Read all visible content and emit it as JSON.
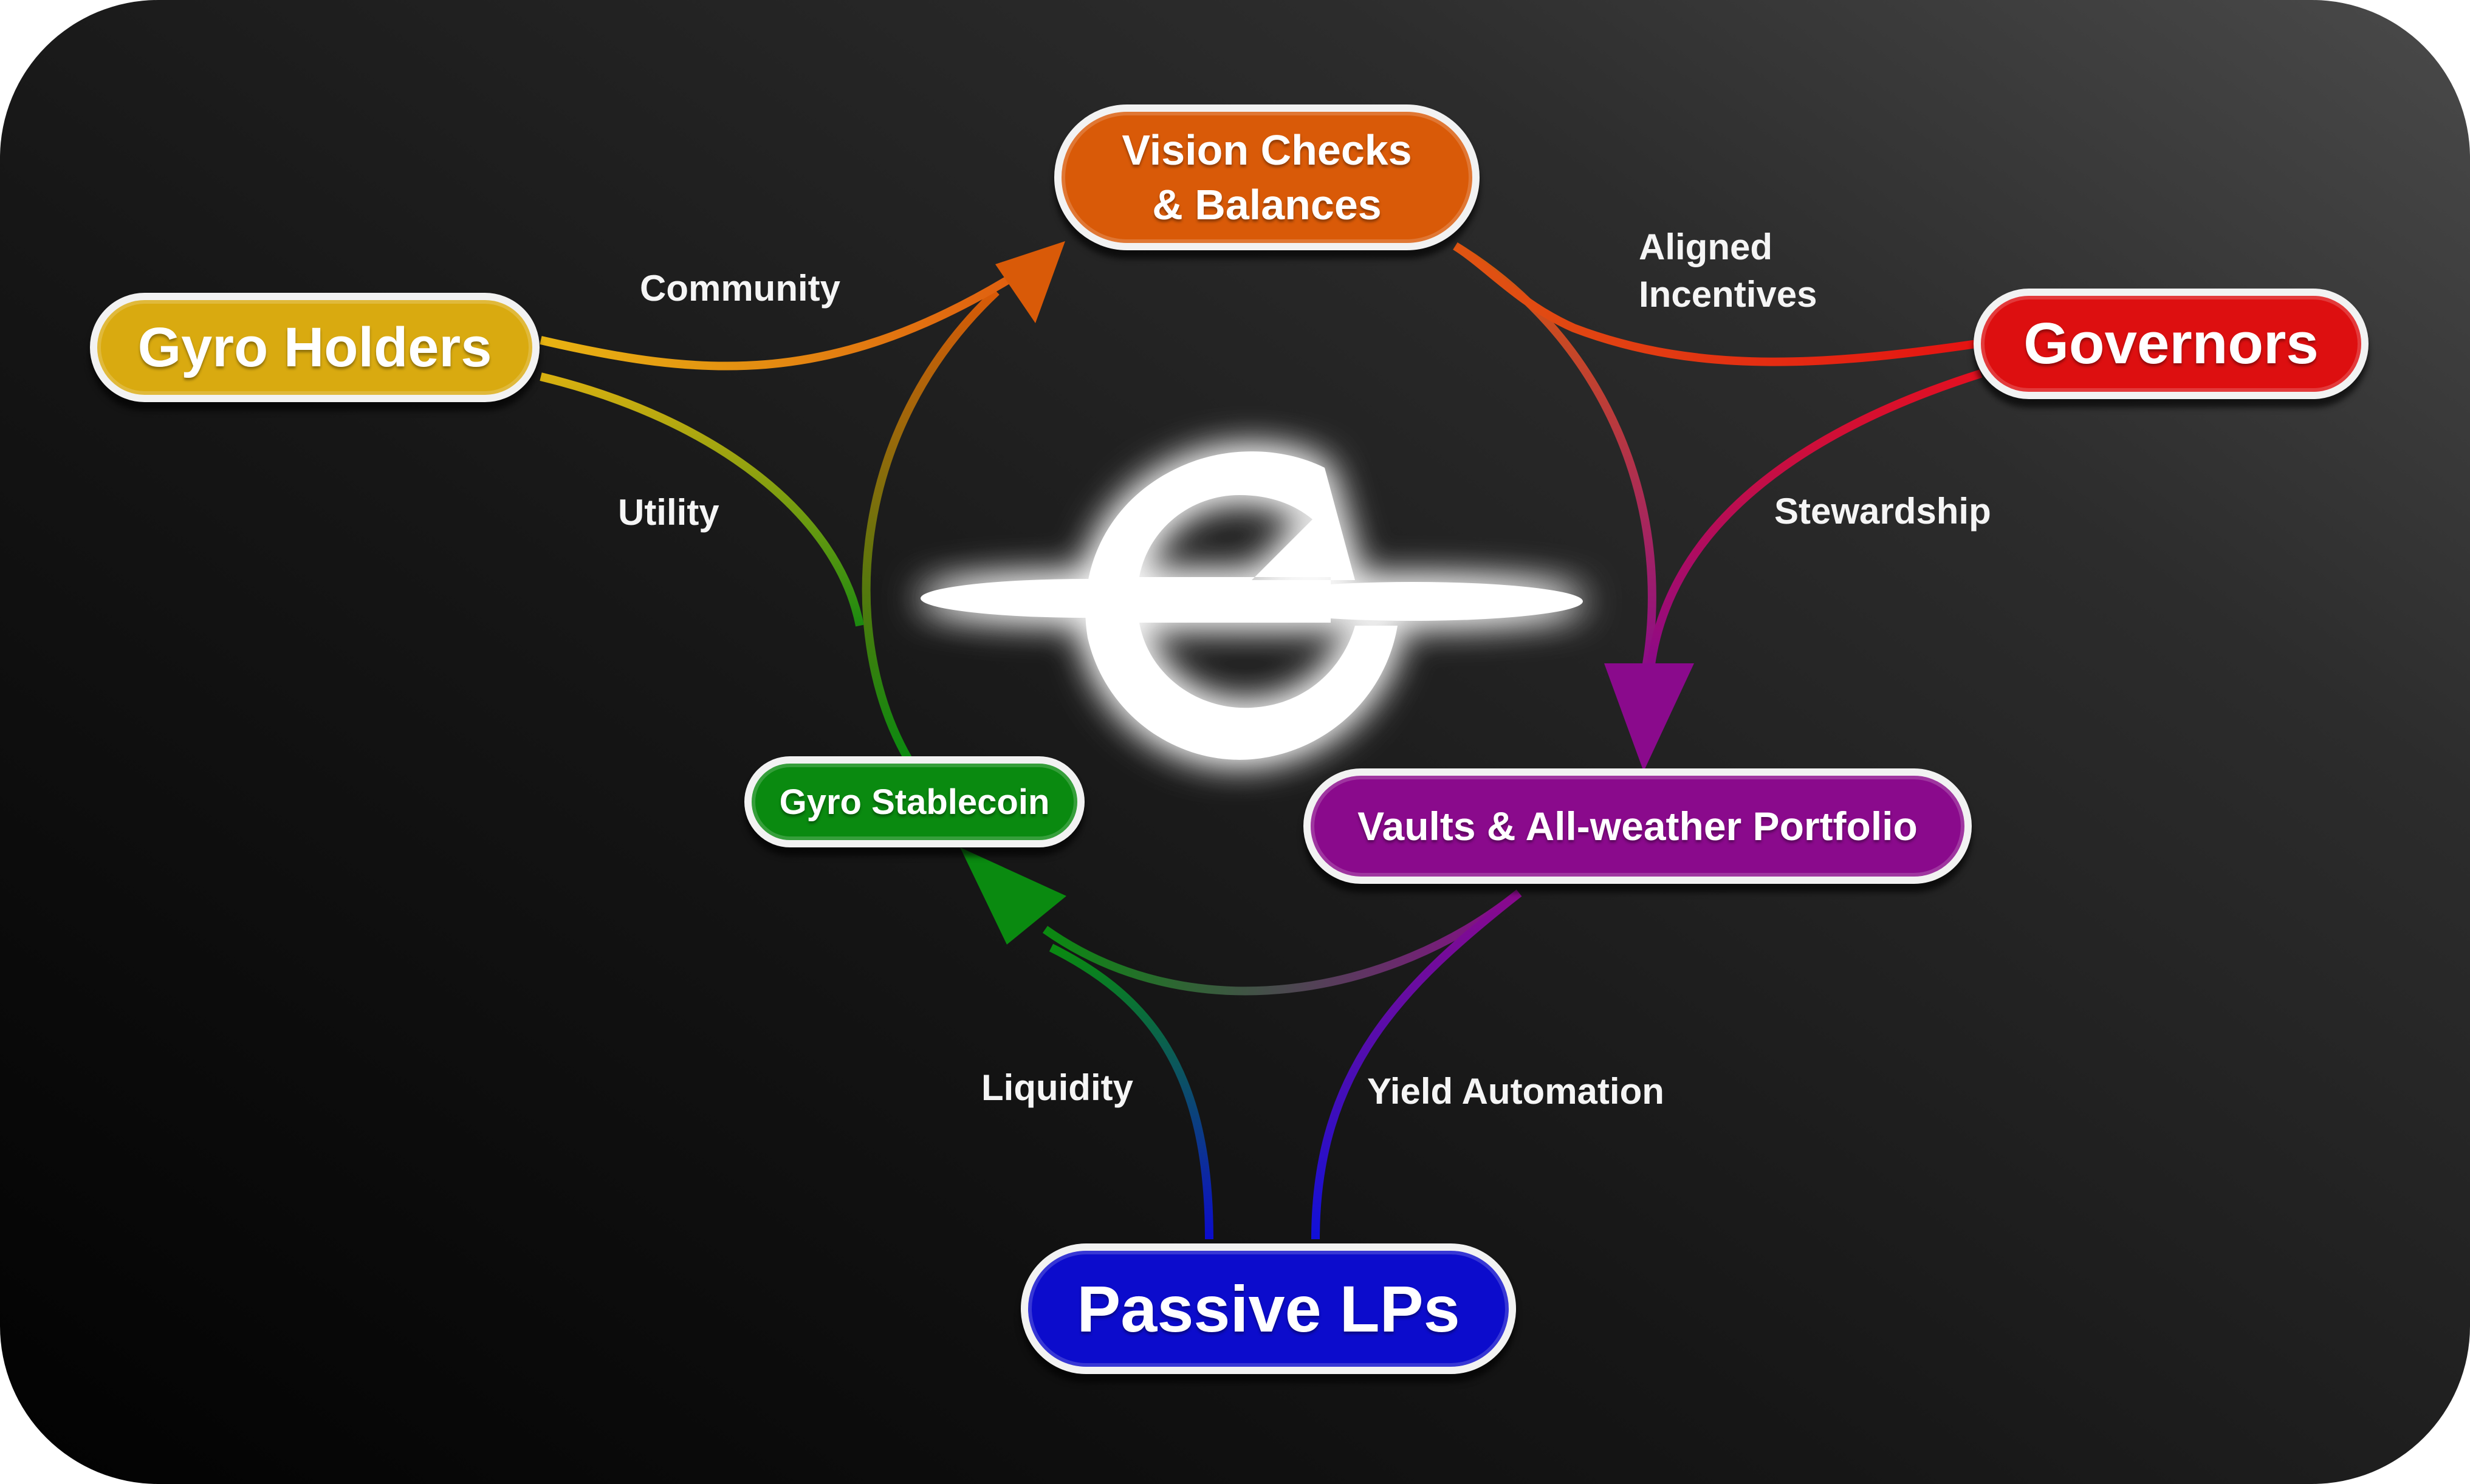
{
  "nodes": {
    "vision": {
      "line1": "Vision Checks",
      "line2": "& Balances",
      "color": "#d95a08"
    },
    "holders": {
      "label": "Gyro Holders",
      "color": "#d9aa10"
    },
    "governors": {
      "label": "Governors",
      "color": "#dd0f10"
    },
    "stablecoin": {
      "label": "Gyro Stablecoin",
      "color": "#0a8a10"
    },
    "vaults": {
      "label": "Vaults & All-weather Portfolio",
      "color": "#8a0a8c"
    },
    "lps": {
      "label": "Passive LPs",
      "color": "#0c0ccc"
    }
  },
  "edges": {
    "community": "Community",
    "aligned_incentives_1": "Aligned",
    "aligned_incentives_2": "Incentives",
    "utility": "Utility",
    "stewardship": "Stewardship",
    "liquidity": "Liquidity",
    "yield_automation": "Yield Automation"
  },
  "logo": {
    "name": "gyroscope-logo-icon"
  }
}
